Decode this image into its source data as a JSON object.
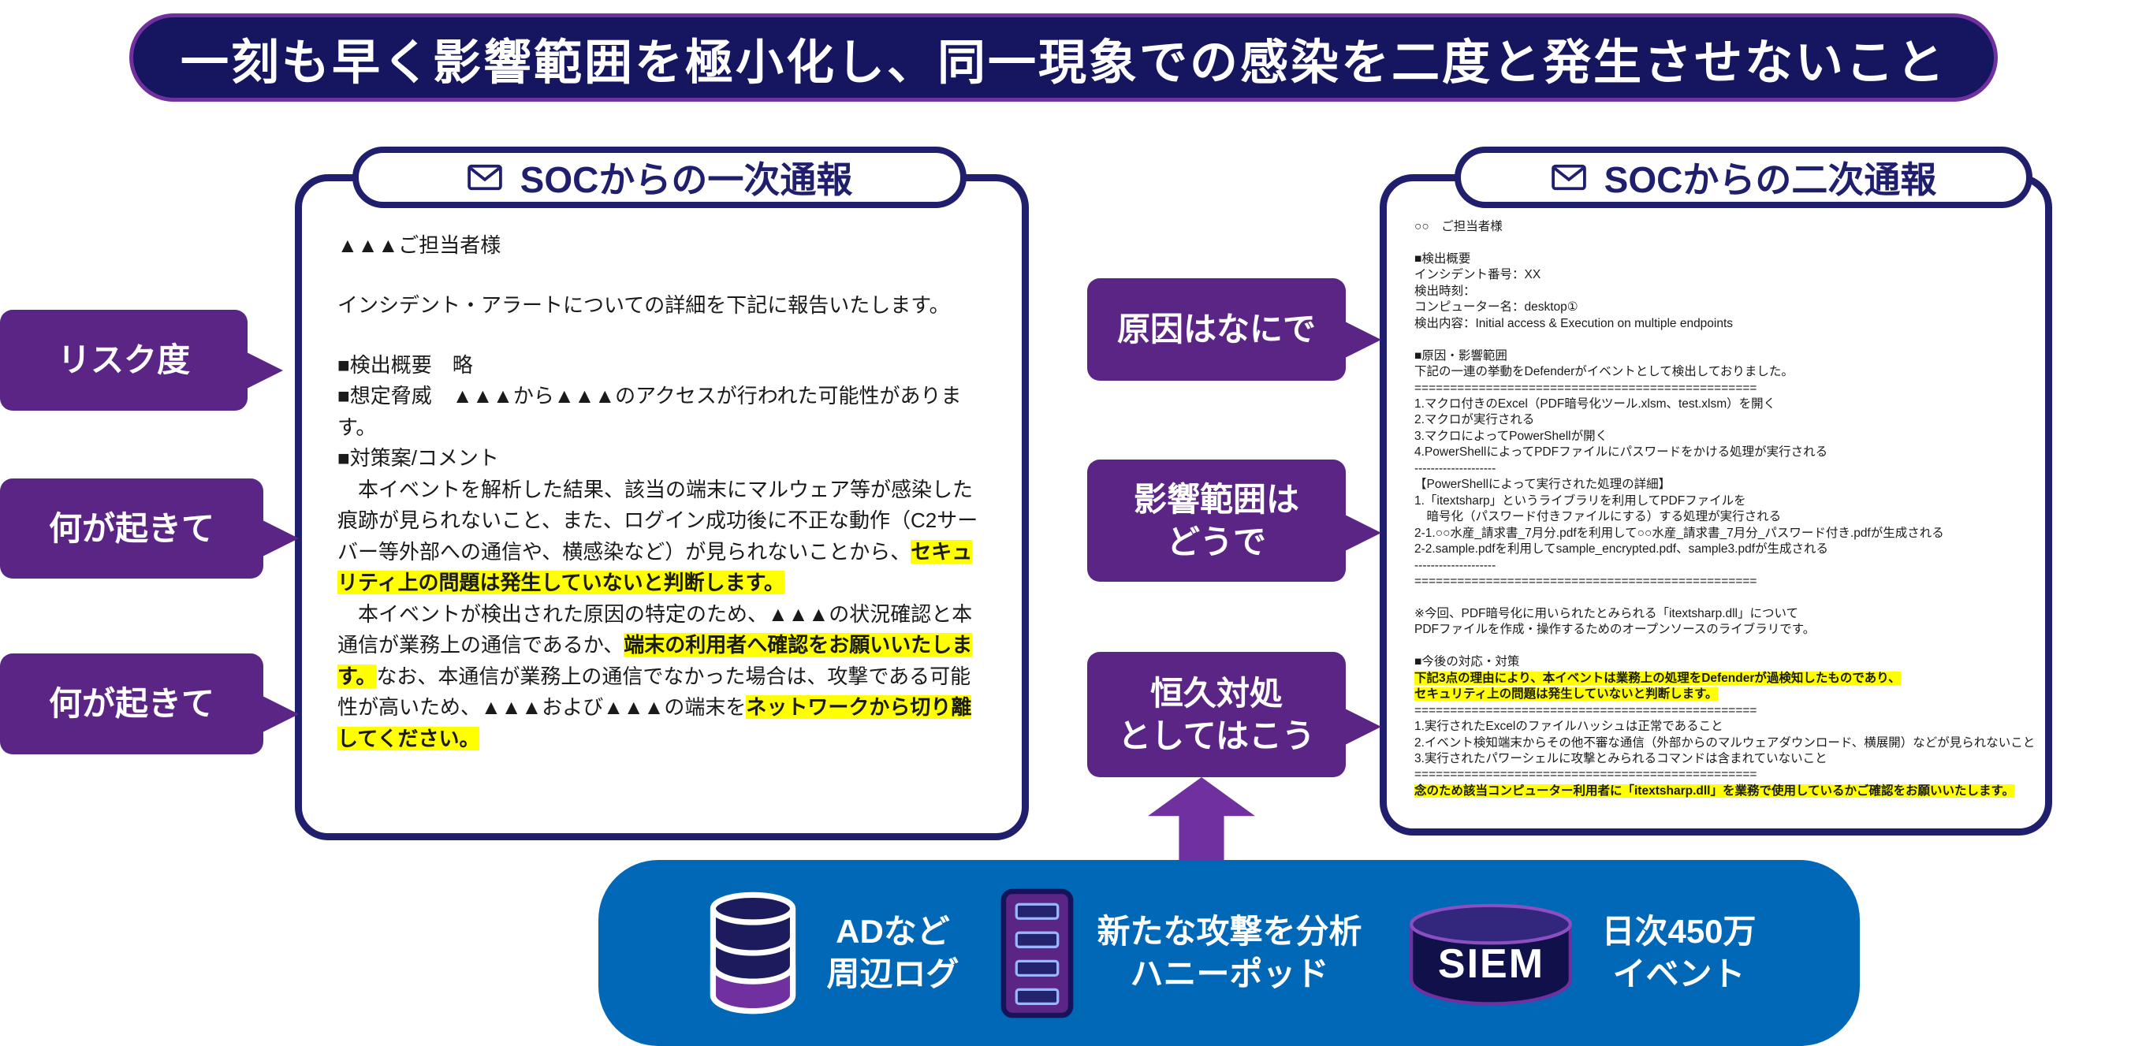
{
  "colors": {
    "banner_bg": "#161660",
    "accent_purple": "#7030a0",
    "bubble_purple": "#5b2585",
    "panel_border": "#1f1f6e",
    "bar_blue": "#0068b7",
    "highlight": "#ffff00"
  },
  "banner": {
    "title": "一刻も早く影響範囲を極小化し、同一現象での感染を二度と発生させないこと"
  },
  "primary_report": {
    "header": "SOCからの一次通報",
    "paragraphs": [
      {
        "gap": true,
        "segments": [
          {
            "t": "▲▲▲ご担当者様"
          }
        ]
      },
      {
        "gap": true,
        "segments": [
          {
            "t": "インシデント・アラートについての詳細を下記に報告いたします。"
          }
        ]
      },
      {
        "segments": [
          {
            "t": "■検出概要　略"
          }
        ]
      },
      {
        "segments": [
          {
            "t": "■想定脅威　▲▲▲から▲▲▲のアクセスが行われた可能性があります。"
          }
        ]
      },
      {
        "segments": [
          {
            "t": "■対策案/コメント"
          }
        ]
      },
      {
        "segments": [
          {
            "t": "　本イベントを解析した結果、該当の端末にマルウェア等が感染した痕跡が見られないこと、また、ログイン成功後に不正な動作（C2サーバー等外部への通信や、横感染など）が見られないことから、"
          },
          {
            "t": "セキュリティ上の問題は発生していないと判断します。",
            "h": true
          }
        ]
      },
      {
        "segments": [
          {
            "t": "　本イベントが検出された原因の特定のため、▲▲▲の状況確認と本通信が業務上の通信であるか、"
          },
          {
            "t": "端末の利用者へ確認をお願いいたします。",
            "h": true
          },
          {
            "t": "なお、本通信が業務上の通信でなかった場合は、攻撃である可能性が高いため、▲▲▲および▲▲▲の端末を"
          },
          {
            "t": "ネットワークから切り離してください。",
            "h": true
          }
        ]
      }
    ]
  },
  "secondary_report": {
    "header": "SOCからの二次通報",
    "paragraphs": [
      {
        "segments": [
          {
            "t": "○○　ご担当者様"
          }
        ]
      },
      {
        "segments": [
          {
            "t": ""
          }
        ]
      },
      {
        "segments": [
          {
            "t": "■検出概要"
          }
        ]
      },
      {
        "segments": [
          {
            "t": "インシデント番号：XX"
          }
        ]
      },
      {
        "segments": [
          {
            "t": "検出時刻："
          }
        ]
      },
      {
        "segments": [
          {
            "t": "コンピューター名：desktop①"
          }
        ]
      },
      {
        "segments": [
          {
            "t": "検出内容：Initial access & Execution on multiple endpoints"
          }
        ]
      },
      {
        "segments": [
          {
            "t": ""
          }
        ]
      },
      {
        "segments": [
          {
            "t": "■原因・影響範囲"
          }
        ]
      },
      {
        "segments": [
          {
            "t": "下記の一連の挙動をDefenderがイベントとして検出しておりました。"
          }
        ]
      },
      {
        "segments": [
          {
            "t": "================================================"
          }
        ]
      },
      {
        "segments": [
          {
            "t": "1.マクロ付きのExcel（PDF暗号化ツール.xlsm、test.xlsm）を開く"
          }
        ]
      },
      {
        "segments": [
          {
            "t": "2.マクロが実行される"
          }
        ]
      },
      {
        "segments": [
          {
            "t": "3.マクロによってPowerShellが開く"
          }
        ]
      },
      {
        "segments": [
          {
            "t": "4.PowerShellによってPDFファイルにパスワードをかける処理が実行される"
          }
        ]
      },
      {
        "segments": [
          {
            "t": "--------------------"
          }
        ]
      },
      {
        "segments": [
          {
            "t": "【PowerShellによって実行された処理の詳細】"
          }
        ]
      },
      {
        "segments": [
          {
            "t": "1.「itextsharp」というライブラリを利用してPDFファイルを"
          }
        ]
      },
      {
        "segments": [
          {
            "t": "　暗号化（パスワード付きファイルにする）する処理が実行される"
          }
        ]
      },
      {
        "segments": [
          {
            "t": "2-1.○○水産_請求書_7月分.pdfを利用して○○水産_請求書_7月分_パスワード付き.pdfが生成される"
          }
        ]
      },
      {
        "segments": [
          {
            "t": "2-2.sample.pdfを利用してsample_encrypted.pdf、sample3.pdfが生成される"
          }
        ]
      },
      {
        "segments": [
          {
            "t": "--------------------"
          }
        ]
      },
      {
        "segments": [
          {
            "t": "================================================"
          }
        ]
      },
      {
        "segments": [
          {
            "t": ""
          }
        ]
      },
      {
        "segments": [
          {
            "t": "※今回、PDF暗号化に用いられたとみられる「itextsharp.dll」について"
          }
        ]
      },
      {
        "segments": [
          {
            "t": "PDFファイルを作成・操作するためのオープンソースのライブラリです。"
          }
        ]
      },
      {
        "segments": [
          {
            "t": ""
          }
        ]
      },
      {
        "segments": [
          {
            "t": "■今後の対応・対策"
          }
        ]
      },
      {
        "segments": [
          {
            "t": "下記3点の理由により、本イベントは業務上の処理をDefenderが過検知したものであり、",
            "h": true
          }
        ]
      },
      {
        "segments": [
          {
            "t": "セキュリティ上の問題は発生していないと判断します。",
            "h": true
          }
        ]
      },
      {
        "segments": [
          {
            "t": "================================================"
          }
        ]
      },
      {
        "segments": [
          {
            "t": "1.実行されたExcelのファイルハッシュは正常であること"
          }
        ]
      },
      {
        "segments": [
          {
            "t": "2.イベント検知端末からその他不審な通信（外部からのマルウェアダウンロード、横展開）などが見られないこと"
          }
        ]
      },
      {
        "segments": [
          {
            "t": "3.実行されたパワーシェルに攻撃とみられるコマンドは含まれていないこと"
          }
        ]
      },
      {
        "segments": [
          {
            "t": "================================================"
          }
        ]
      },
      {
        "segments": [
          {
            "t": "念のため該当コンピューター利用者に「itextsharp.dll」を業務で使用しているかご確認をお願いいたします。",
            "h": true
          }
        ]
      }
    ]
  },
  "callouts": {
    "left": [
      {
        "label": "リスク度"
      },
      {
        "label": "何が起きて"
      },
      {
        "label": "何が起きて"
      }
    ],
    "middle": [
      {
        "label": "原因はなにで"
      },
      {
        "label": "影響範囲は\nどうで"
      },
      {
        "label": "恒久対処\nとしてはこう"
      }
    ]
  },
  "bottom_bar": {
    "items": [
      {
        "icon": "database-icon",
        "label": "ADなど\n周辺ログ"
      },
      {
        "icon": "honeypot-icon",
        "label": "新たな攻撃を分析\nハニーポッド"
      },
      {
        "icon": "siem-cylinder-icon",
        "badge": "SIEM",
        "label": "日次450万\nイベント"
      }
    ]
  }
}
